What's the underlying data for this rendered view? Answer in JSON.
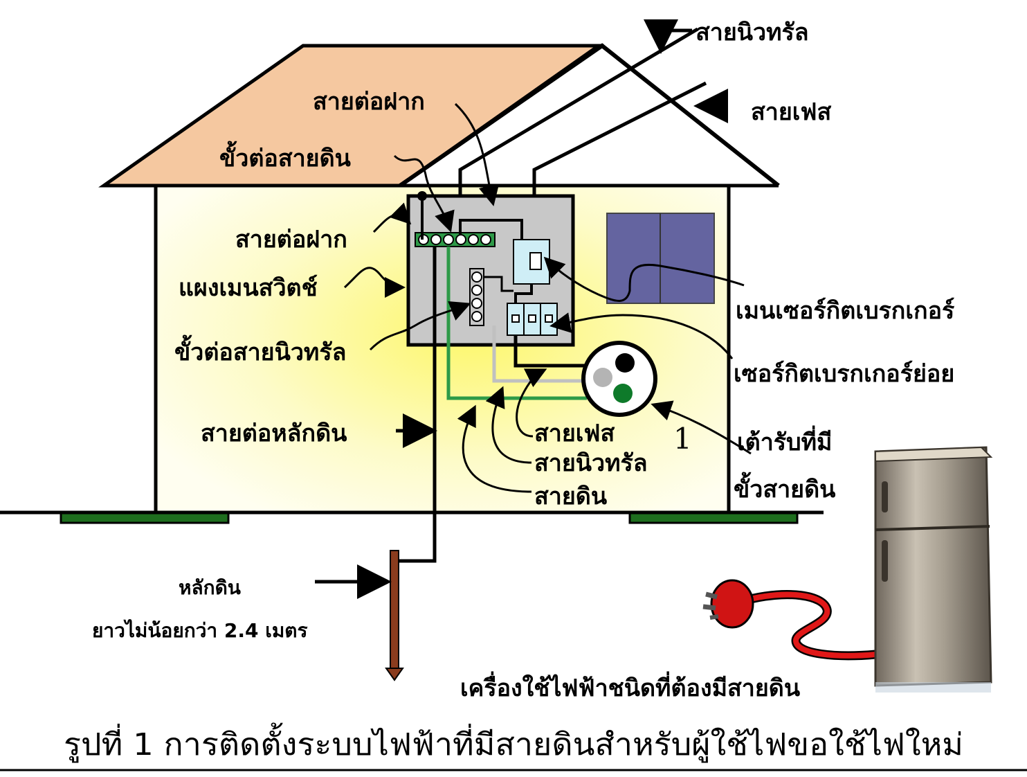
{
  "labels": {
    "neutral_top": "สายนิวทรัล",
    "phase_top": "สายเฟส",
    "bonding_top": "สายต่อฝาก",
    "ground_terminal": "ขั้วต่อสายดิน",
    "bonding_left": "สายต่อฝาก",
    "main_switchboard": "แผงเมนสวิตช์",
    "neutral_terminal": "ขั้วต่อสายนิวทรัล",
    "grounding_conductor": "สายต่อหลักดิน",
    "main_breaker": "เมนเซอร์กิตเบรกเกอร์",
    "branch_breaker": "เซอร์กิตเบรกเกอร์ย่อย",
    "outlet_line1": "เต้ารับที่มี",
    "outlet_line2": "ขั้วสายดิน",
    "phase_bottom": "สายเฟส",
    "neutral_bottom": "สายนิวทรัล",
    "ground_bottom": "สายดิน",
    "outlet_number": "1",
    "ground_rod": "หลักดิน",
    "rod_length": "ยาวไม่น้อยกว่า 2.4 เมตร",
    "appliance": "เครื่องใช้ไฟฟ้าชนิดที่ต้องมีสายดิน"
  },
  "caption": "รูปที่ 1 การติดตั้งระบบไฟฟ้าที่มีสายดินสำหรับผู้ใช้ไฟขอใช้ไฟใหม่",
  "colors": {
    "roof": "#f5c8a0",
    "wall_glow": "#fdf9a0",
    "panel": "#c8c8c8",
    "window": "#6464a0",
    "ground_wire": "#2e9a48",
    "neutral_wire": "#c0c0c0",
    "footing": "#1e6e1e",
    "rod": "#8a3c1e",
    "plug_red": "#e01818",
    "fridge": "#b0a898"
  }
}
